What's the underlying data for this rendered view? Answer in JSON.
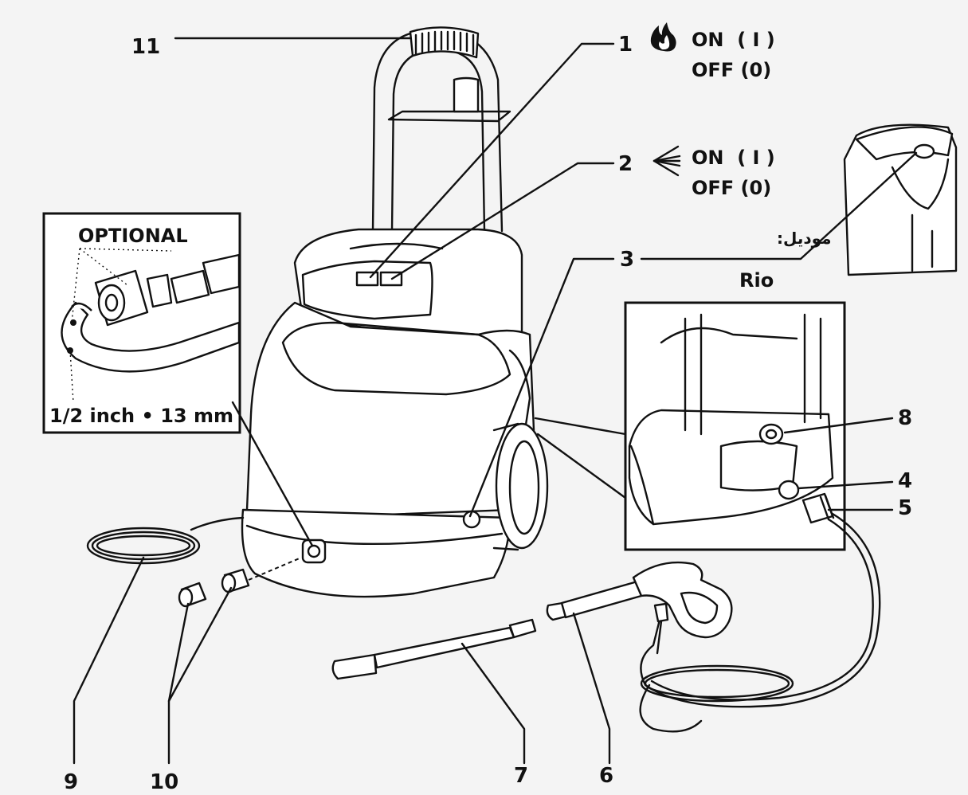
{
  "callouts": {
    "c1": "1",
    "c2": "2",
    "c3": "3",
    "c4": "4",
    "c5": "5",
    "c6": "6",
    "c7": "7",
    "c8": "8",
    "c9": "9",
    "c10": "10",
    "c11": "11"
  },
  "switch_burner": {
    "on": "ON  ( I )",
    "off": "OFF (0)"
  },
  "switch_motor": {
    "on": "ON  ( I )",
    "off": "OFF (0)"
  },
  "model": {
    "label": "موديل:",
    "name": "Rio"
  },
  "inset_hose": {
    "title": "OPTIONAL",
    "size": "1/2 inch • 13 mm"
  },
  "icons": {
    "burner": "flame-icon",
    "motor": "fan-icon"
  }
}
